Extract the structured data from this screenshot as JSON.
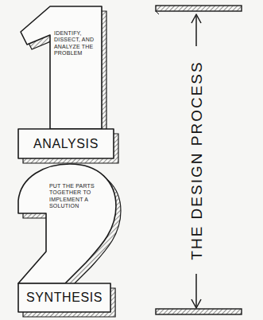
{
  "diagram": {
    "title": "THE DESIGN PROCESS",
    "nodes": [
      {
        "text": [
          "IDENTIFY, DISSECT, AND ANALYZE THE PROBLEM",
          "ANALYSIS"
        ]
      },
      {
        "text": [
          "PUT THE PARTS TOGETHER TO IMPLEMENT A SOLUTION",
          "SYNTHESIS"
        ]
      }
    ]
  }
}
